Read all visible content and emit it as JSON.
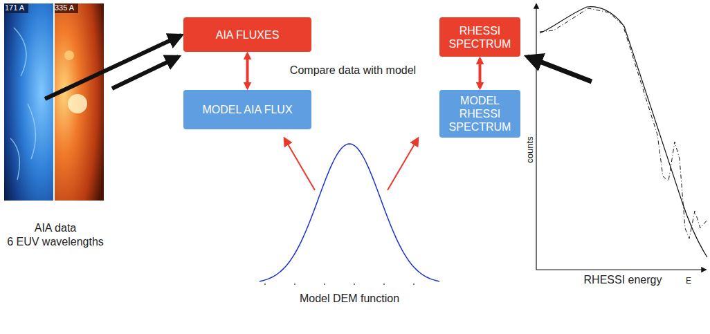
{
  "diagram": {
    "nodes": [
      {
        "text": [
          "AIA FLUXES"
        ]
      },
      {
        "text": [
          "RHESSI SPECTRUM"
        ]
      },
      {
        "text": [
          "MODEL AIA FLUX"
        ]
      },
      {
        "text": [
          "MODEL RHESSI SPECTRUM"
        ]
      }
    ],
    "edges": [
      {
        "from": 0,
        "to": 2,
        "arrow": "both"
      },
      {
        "from": 1,
        "to": 3,
        "arrow": "both"
      }
    ],
    "labels": [
      "171 A",
      "335 A",
      "Compare data with model",
      "AIA data",
      "6 EUV wavelengths",
      "Model DEM function",
      "counts",
      "RHESSI energy",
      "E"
    ]
  }
}
